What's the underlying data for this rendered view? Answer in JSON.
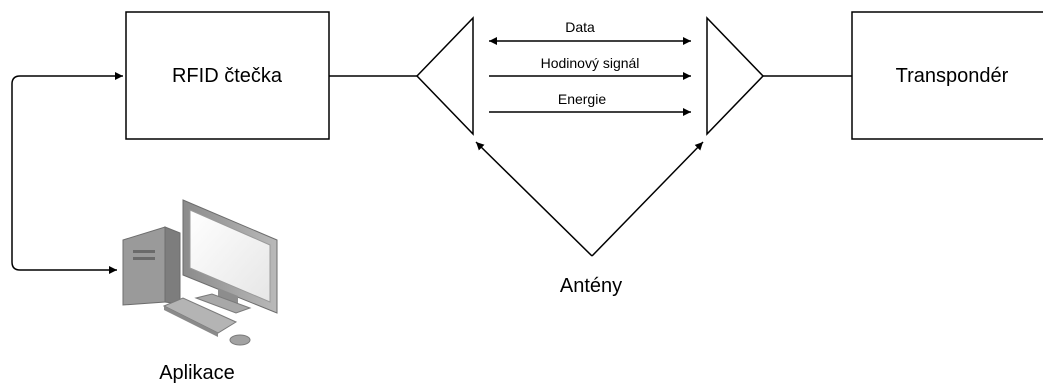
{
  "nodes": {
    "reader": "RFID čtečka",
    "transponder": "Transpondér",
    "application": "Aplikace",
    "antennas": "Antény"
  },
  "links": {
    "data": "Data",
    "clock": "Hodinový signál",
    "energy": "Energie"
  },
  "icons": {
    "computer": "desktop-computer-icon"
  }
}
